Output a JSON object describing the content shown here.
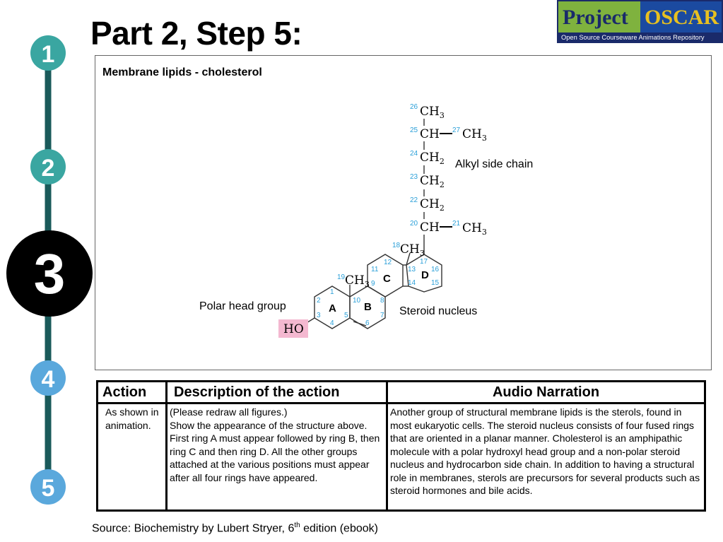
{
  "slide": {
    "title": "Part 2, Step 5:"
  },
  "logo": {
    "word1": "Project",
    "word2": "OSCAR",
    "tagline": "Open Source Courseware Animations Repository"
  },
  "stepper": {
    "steps": [
      "1",
      "2",
      "3",
      "4",
      "5"
    ],
    "current_step": "3",
    "colors": {
      "done": "#3aa6a1",
      "current": "#000000",
      "todo": "#5aa8dc",
      "line": "#1a5a5a"
    }
  },
  "figure": {
    "caption": "Membrane lipids - cholesterol",
    "labels": {
      "alkyl": "Alkyl side chain",
      "polar": "Polar head group",
      "steroid": "Steroid nucleus"
    },
    "rings": [
      "A",
      "B",
      "C",
      "D"
    ],
    "groups": {
      "ch3": "CH",
      "ch": "CH",
      "ch2": "CH",
      "sub3": "3",
      "sub2": "2",
      "ho": "HO"
    },
    "numbers": [
      "26",
      "25",
      "27",
      "24",
      "23",
      "22",
      "20",
      "21",
      "18",
      "19",
      "17",
      "16",
      "15",
      "13",
      "14",
      "12",
      "11",
      "9",
      "8",
      "10",
      "1",
      "2",
      "3",
      "4",
      "5",
      "6",
      "7"
    ],
    "colors": {
      "number": "#2a9fd8",
      "ho_highlight": "#f4b8d0"
    }
  },
  "table": {
    "headers": {
      "action": "Action",
      "description": "Description of the action",
      "audio": "Audio Narration"
    },
    "row": {
      "action": "As shown in animation.",
      "description": "(Please redraw all figures.)\nShow the appearance of the structure above. First ring A must appear followed by ring B, then ring C and then ring D. All the other groups attached at the various positions must appear after all four rings have appeared.",
      "audio": "Another group of structural membrane lipids is the sterols, found in most eukaryotic cells. The steroid nucleus consists of four fused rings that are oriented in a planar manner. Cholesterol is an amphipathic molecule with a polar hydroxyl head group and a non-polar steroid nucleus and hydrocarbon side chain. In addition to having a structural role in membranes, sterols are precursors for several products such as steroid hormones and bile acids."
    }
  },
  "source": {
    "text_before": "Source: Biochemistry by Lubert Stryer, 6",
    "superscript": "th",
    "text_after": " edition (ebook)"
  }
}
